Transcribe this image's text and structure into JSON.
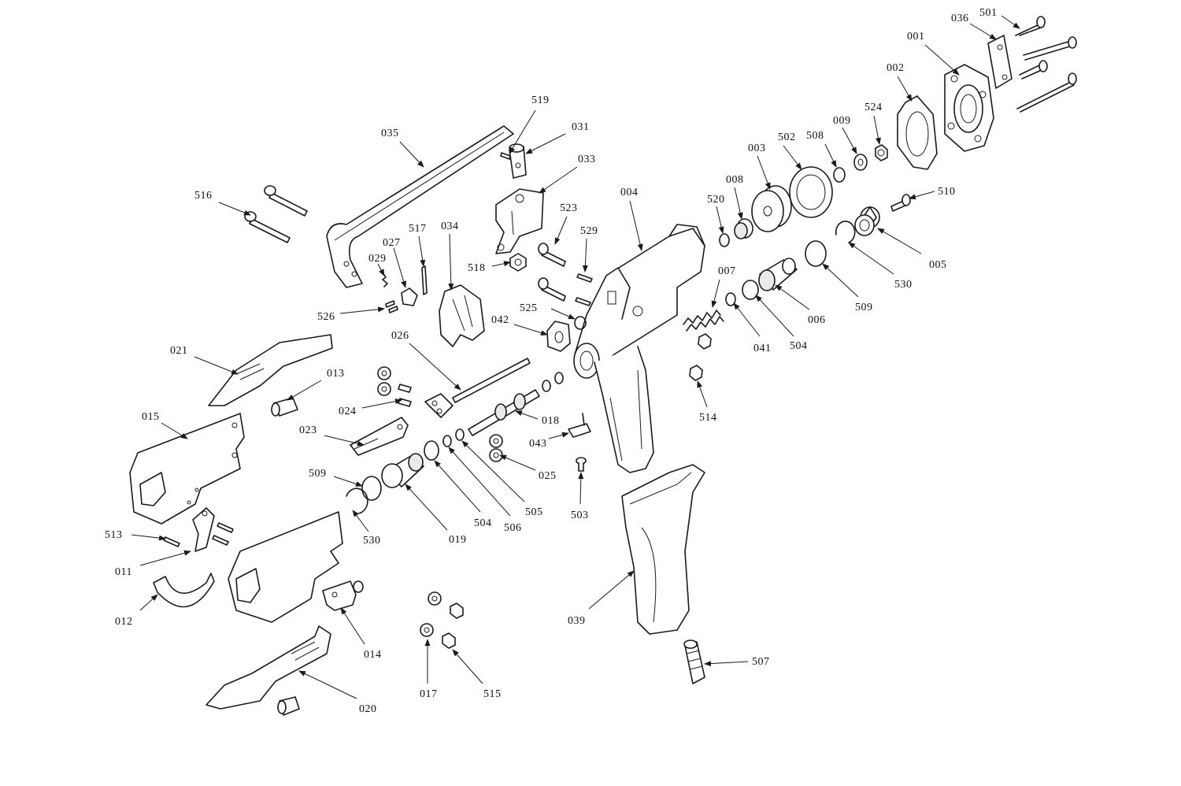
{
  "diagram": {
    "callouts": [
      {
        "id": "p001",
        "text": "001"
      },
      {
        "id": "p002",
        "text": "002"
      },
      {
        "id": "p003",
        "text": "003"
      },
      {
        "id": "p004",
        "text": "004"
      },
      {
        "id": "p005",
        "text": "005"
      },
      {
        "id": "p006",
        "text": "006"
      },
      {
        "id": "p007",
        "text": "007"
      },
      {
        "id": "p008",
        "text": "008"
      },
      {
        "id": "p009",
        "text": "009"
      },
      {
        "id": "p011",
        "text": "011"
      },
      {
        "id": "p012",
        "text": "012"
      },
      {
        "id": "p013",
        "text": "013"
      },
      {
        "id": "p014",
        "text": "014"
      },
      {
        "id": "p015",
        "text": "015"
      },
      {
        "id": "p017",
        "text": "017"
      },
      {
        "id": "p018",
        "text": "018"
      },
      {
        "id": "p019",
        "text": "019"
      },
      {
        "id": "p020",
        "text": "020"
      },
      {
        "id": "p021",
        "text": "021"
      },
      {
        "id": "p023",
        "text": "023"
      },
      {
        "id": "p024",
        "text": "024"
      },
      {
        "id": "p025",
        "text": "025"
      },
      {
        "id": "p026",
        "text": "026"
      },
      {
        "id": "p027",
        "text": "027"
      },
      {
        "id": "p029",
        "text": "029"
      },
      {
        "id": "p031",
        "text": "031"
      },
      {
        "id": "p033",
        "text": "033"
      },
      {
        "id": "p034",
        "text": "034"
      },
      {
        "id": "p035",
        "text": "035"
      },
      {
        "id": "p036",
        "text": "036"
      },
      {
        "id": "p039",
        "text": "039"
      },
      {
        "id": "p041",
        "text": "041"
      },
      {
        "id": "p042",
        "text": "042"
      },
      {
        "id": "p043",
        "text": "043"
      },
      {
        "id": "p501",
        "text": "501"
      },
      {
        "id": "p502",
        "text": "502"
      },
      {
        "id": "p503",
        "text": "503"
      },
      {
        "id": "p504a",
        "text": "504"
      },
      {
        "id": "p504b",
        "text": "504"
      },
      {
        "id": "p505",
        "text": "505"
      },
      {
        "id": "p506",
        "text": "506"
      },
      {
        "id": "p507",
        "text": "507"
      },
      {
        "id": "p508",
        "text": "508"
      },
      {
        "id": "p509a",
        "text": "509"
      },
      {
        "id": "p509b",
        "text": "509"
      },
      {
        "id": "p510",
        "text": "510"
      },
      {
        "id": "p513",
        "text": "513"
      },
      {
        "id": "p514",
        "text": "514"
      },
      {
        "id": "p515",
        "text": "515"
      },
      {
        "id": "p516",
        "text": "516"
      },
      {
        "id": "p517",
        "text": "517"
      },
      {
        "id": "p518",
        "text": "518"
      },
      {
        "id": "p519",
        "text": "519"
      },
      {
        "id": "p520",
        "text": "520"
      },
      {
        "id": "p523",
        "text": "523"
      },
      {
        "id": "p524",
        "text": "524"
      },
      {
        "id": "p525",
        "text": "525"
      },
      {
        "id": "p526",
        "text": "526"
      },
      {
        "id": "p529",
        "text": "529"
      },
      {
        "id": "p530a",
        "text": "530"
      },
      {
        "id": "p530b",
        "text": "530"
      }
    ]
  }
}
